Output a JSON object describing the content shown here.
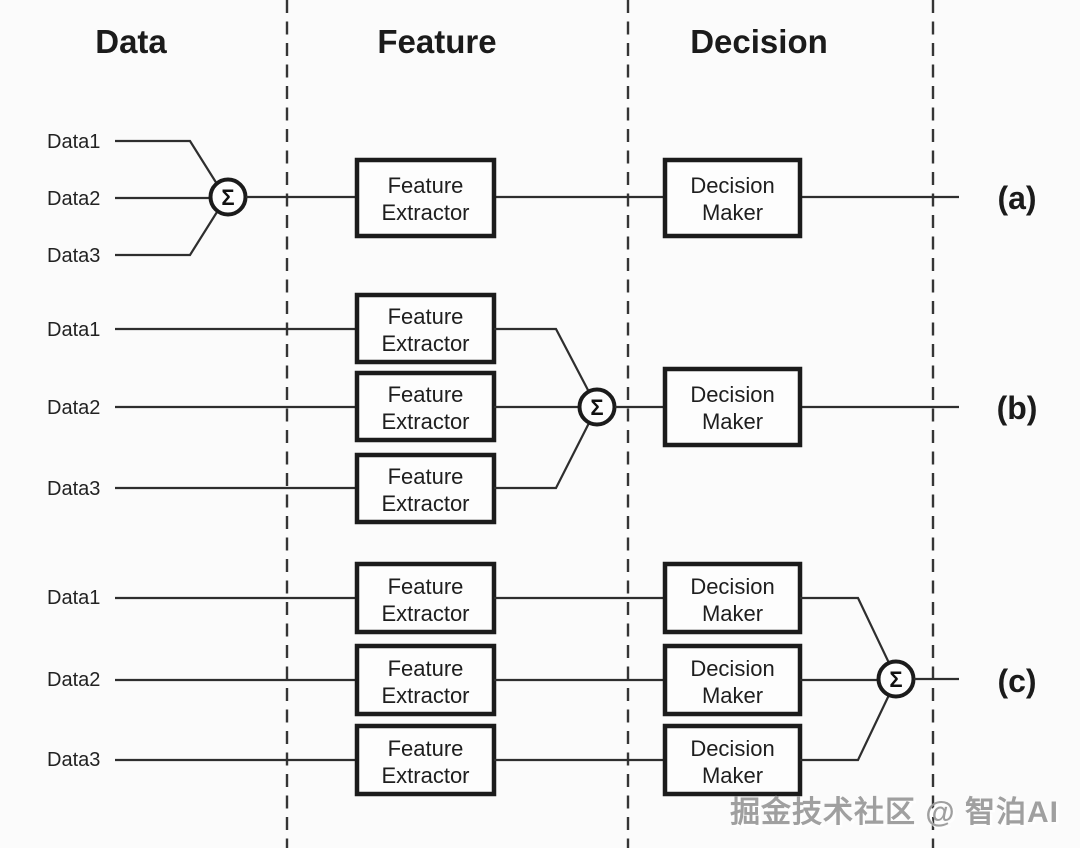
{
  "diagram": {
    "headers": [
      {
        "label": "Data"
      },
      {
        "label": "Feature"
      },
      {
        "label": "Decision"
      }
    ],
    "inputs": [
      "Data1",
      "Data2",
      "Data3"
    ],
    "box_labels": {
      "feature": {
        "line1": "Feature",
        "line2": "Extractor"
      },
      "decision": {
        "line1": "Decision",
        "line2": "Maker"
      }
    },
    "sigma_symbol": "Σ",
    "row_labels": {
      "a": "(a)",
      "b": "(b)",
      "c": "(c)"
    }
  },
  "watermark": {
    "text": "掘金技术社区 @ 智泊AI"
  },
  "colors": {
    "background": "#fbfbfb",
    "line": "#2e2e2e",
    "box_border": "#1b1b1b",
    "text": "#1e1e1e",
    "watermark_gray": "#9b9b9b",
    "watermark_highlight": "#ffffff"
  }
}
